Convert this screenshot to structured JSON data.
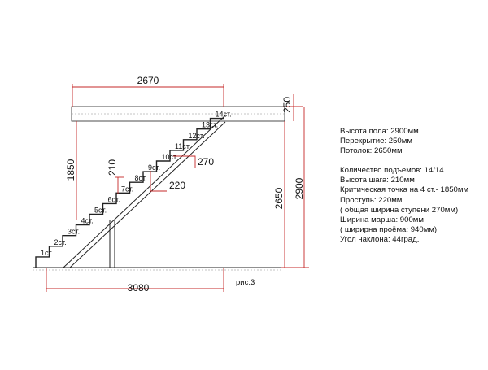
{
  "colors": {
    "structure": "#222222",
    "dimension": "#c62828",
    "hatch": "#888888"
  },
  "dimensions": {
    "top_width": "2670",
    "slab_thickness": "250",
    "height_1850": "1850",
    "step_height": "210",
    "step_tread_270": "270",
    "step_tread_220": "220",
    "ceiling_height": "2650",
    "floor_height": "2900",
    "base_width": "3080"
  },
  "steps": [
    "1ст.",
    "2ст.",
    "3ст.",
    "4ст.",
    "5ст.",
    "6ст.",
    "7ст.",
    "8ст.",
    "9ст.",
    "10ст.",
    "11ст.",
    "12ст.",
    "13ст.",
    "14ст."
  ],
  "figure_label": "рис.3",
  "info": {
    "block1": [
      "Высота пола: 2900мм",
      "Перекрытие: 250мм",
      "Потолок: 2650мм"
    ],
    "block2": [
      "Количество подъемов: 14/14",
      "Высота шага: 210мм",
      "Критическая точка на 4 ст.- 1850мм",
      "Проступь: 220мм",
      "( общая ширина ступени 270мм)",
      "Ширина марша: 900мм",
      "( ширирна проёма: 940мм)",
      "Угол наклона: 44град."
    ]
  }
}
